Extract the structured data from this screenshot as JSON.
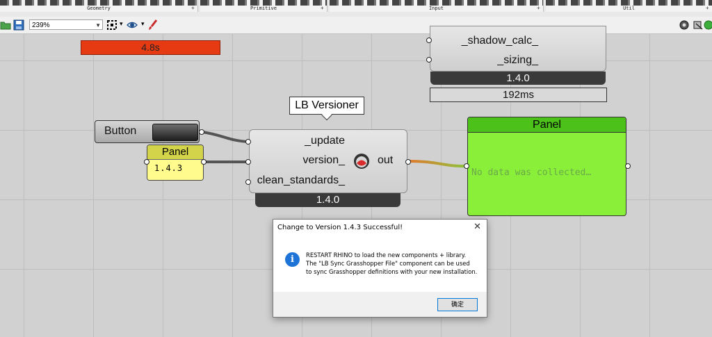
{
  "ribbon": {
    "groups": [
      {
        "label": "Geometry"
      },
      {
        "label": "Primitive"
      },
      {
        "label": "Input"
      },
      {
        "label": "Util"
      }
    ]
  },
  "toolbar": {
    "zoom_value": "239%",
    "icons": [
      "open-file-icon",
      "save-icon",
      "sketch-icon",
      "preview-eye-icon",
      "paint-brush-icon",
      "shaded-preview-icon",
      "wire-display-icon",
      "rhino-icon"
    ]
  },
  "canvas": {
    "top_timer": "4.8s",
    "upper_component": {
      "inputs": [
        "_shadow_calc_",
        "_sizing_"
      ],
      "version": "1.4.0",
      "timer": "192ms"
    },
    "callout": "LB Versioner",
    "button_component": {
      "label": "Button"
    },
    "yellow_panel": {
      "title": "Panel",
      "value": "1.4.3"
    },
    "versioner": {
      "inputs": [
        "_update",
        "version_",
        "clean_standards_"
      ],
      "output": "out",
      "version": "1.4.0"
    },
    "green_panel": {
      "title": "Panel",
      "content": "No data was collected…"
    }
  },
  "dialog": {
    "title": "Change to Version 1.4.3 Successful!",
    "close": "✕",
    "icon": "info-icon",
    "lines": [
      "RESTART RHINO to load the new components + library.",
      "The \"LB Sync Grasshopper File\" component can be used",
      "to sync Grasshopper definitions with your new installation."
    ],
    "ok_label": "确定"
  },
  "colors": {
    "timer_red": "#e63a12",
    "panel_yellow": "#fffb8c",
    "panel_green": "#8aef38",
    "info_blue": "#1e74d6"
  }
}
